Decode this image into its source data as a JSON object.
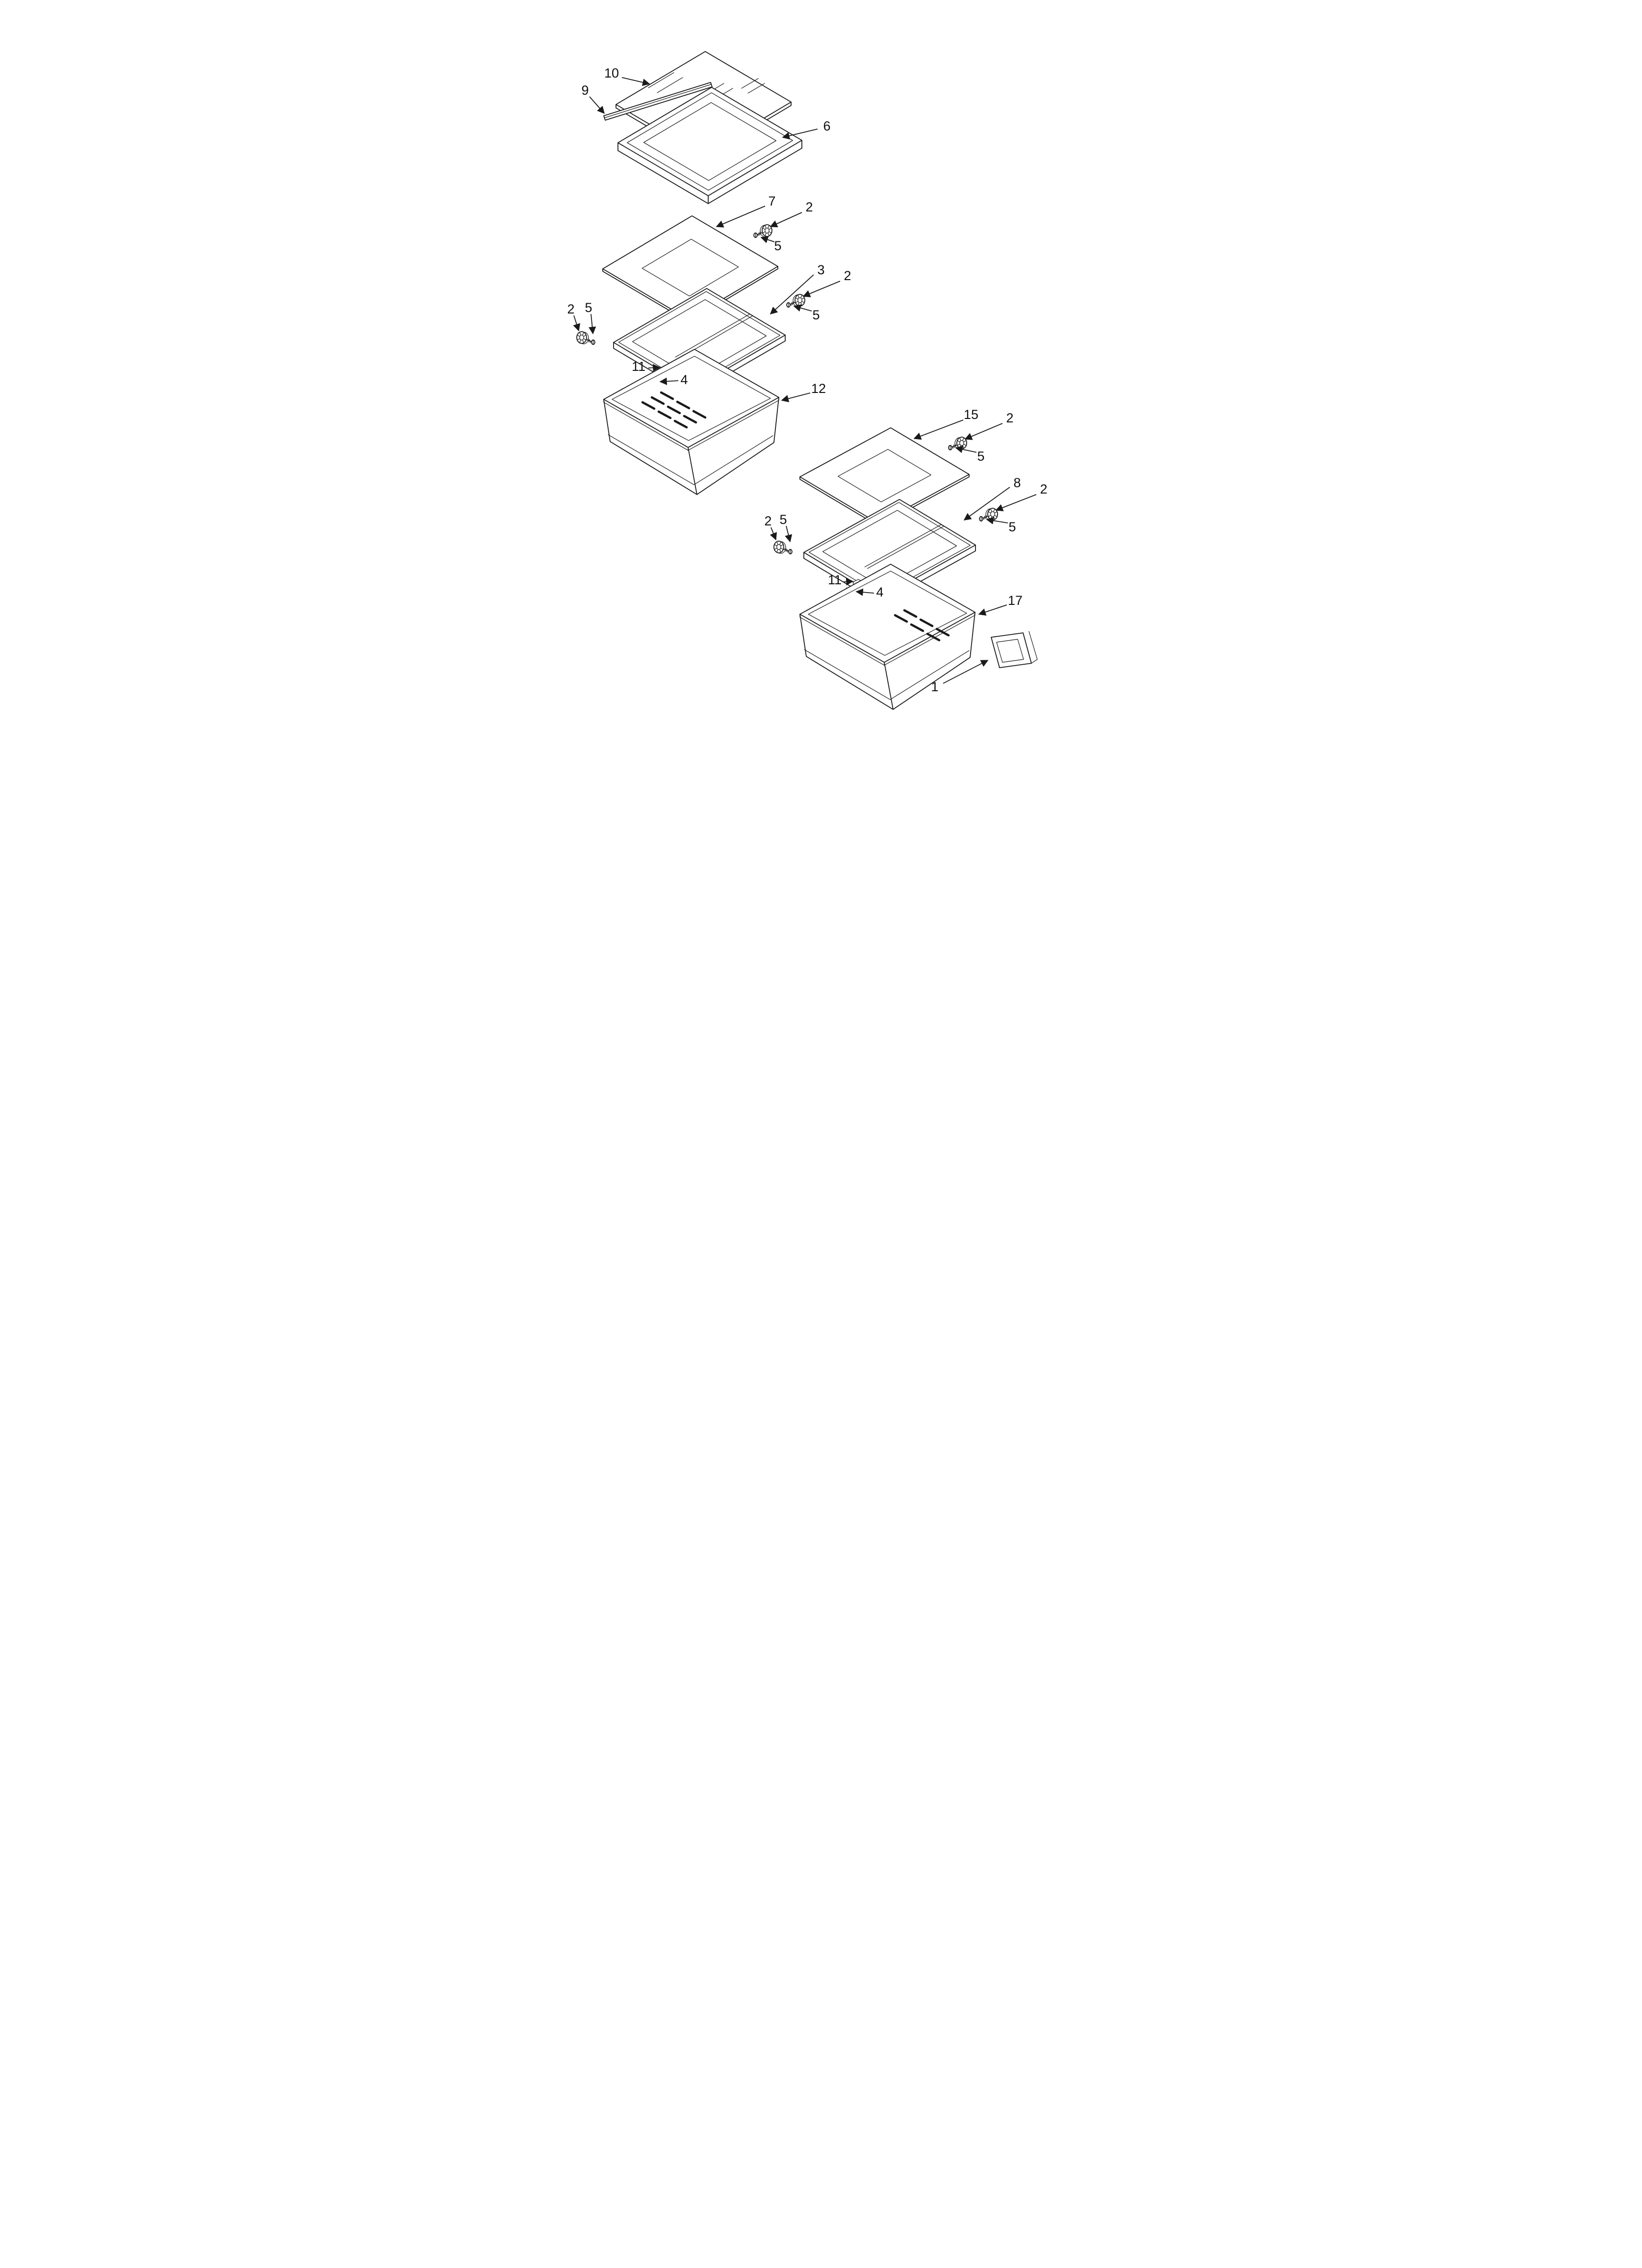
{
  "page": {
    "background": "#ffffff",
    "ink": "#1a1a1a",
    "description_visible_text_only": true
  },
  "callouts": [
    {
      "label": "10",
      "part": "glass-shelf"
    },
    {
      "label": "9",
      "part": "shelf-front-trim"
    },
    {
      "label": "6",
      "part": "shelf-frame"
    },
    {
      "label": "7",
      "part": "upper-shelf-insert"
    },
    {
      "label": "2",
      "part": "grommet-upper-right"
    },
    {
      "label": "5",
      "part": "screw-upper-right"
    },
    {
      "label": "3",
      "part": "crisper-cover-frame-left"
    },
    {
      "label": "2",
      "part": "grommet-mid-right"
    },
    {
      "label": "5",
      "part": "screw-mid-right"
    },
    {
      "label": "2",
      "part": "grommet-mid-left"
    },
    {
      "label": "5",
      "part": "screw-mid-left"
    },
    {
      "label": "11",
      "part": "latch-left"
    },
    {
      "label": "4",
      "part": "thumbscrew-left"
    },
    {
      "label": "12",
      "part": "crisper-pan-left"
    },
    {
      "label": "15",
      "part": "lower-shelf-insert"
    },
    {
      "label": "2",
      "part": "grommet-lower-top-right"
    },
    {
      "label": "5",
      "part": "screw-lower-top-right"
    },
    {
      "label": "8",
      "part": "crisper-cover-frame-right"
    },
    {
      "label": "2",
      "part": "grommet-lower-right"
    },
    {
      "label": "5",
      "part": "screw-lower-right"
    },
    {
      "label": "2",
      "part": "grommet-lower-left"
    },
    {
      "label": "5",
      "part": "screw-lower-left"
    },
    {
      "label": "11",
      "part": "latch-right"
    },
    {
      "label": "4",
      "part": "thumbscrew-right"
    },
    {
      "label": "17",
      "part": "crisper-pan-right"
    },
    {
      "label": "1",
      "part": "name-badge"
    }
  ]
}
